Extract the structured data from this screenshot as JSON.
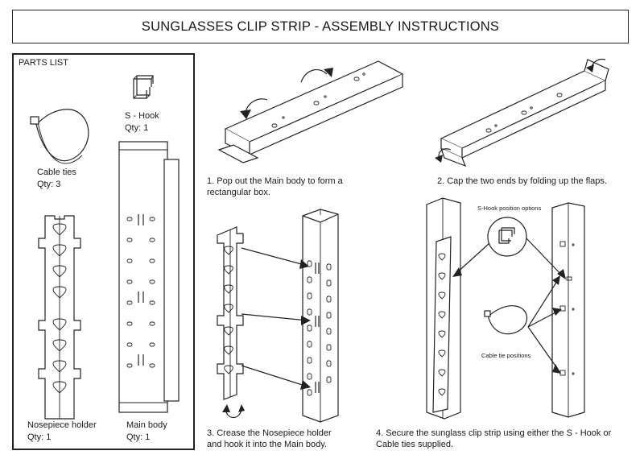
{
  "title": "SUNGLASSES CLIP STRIP - ASSEMBLY INSTRUCTIONS",
  "parts_list": {
    "heading": "PARTS LIST",
    "s_hook": {
      "name": "S - Hook",
      "qty": "Qty: 1"
    },
    "cable_ties": {
      "name": "Cable ties",
      "qty": "Qty: 3"
    },
    "nosepiece_holder": {
      "name": "Nosepiece holder",
      "qty": "Qty: 1"
    },
    "main_body": {
      "name": "Main body",
      "qty": "Qty: 1"
    }
  },
  "steps": [
    {
      "line1": "1. Pop out the Main body to form a",
      "line2": "rectangular box."
    },
    {
      "line1": "2. Cap the two ends by folding up the flaps.",
      "line2": ""
    },
    {
      "line1": "3. Crease the Nosepiece holder",
      "line2": "and hook it into the Main body."
    },
    {
      "line1": "4. Secure the sunglass clip strip using either the S - Hook or",
      "line2": "Cable ties supplied."
    }
  ],
  "callouts": {
    "s_hook_positions": "S-Hook position options",
    "cable_tie_positions": "Cable tie positions"
  },
  "icons": [
    "rotate-arrow-icon",
    "s-hook-icon",
    "cable-tie-icon",
    "arrow-icon"
  ],
  "colors": {
    "ink": "#222222",
    "background": "#ffffff"
  }
}
